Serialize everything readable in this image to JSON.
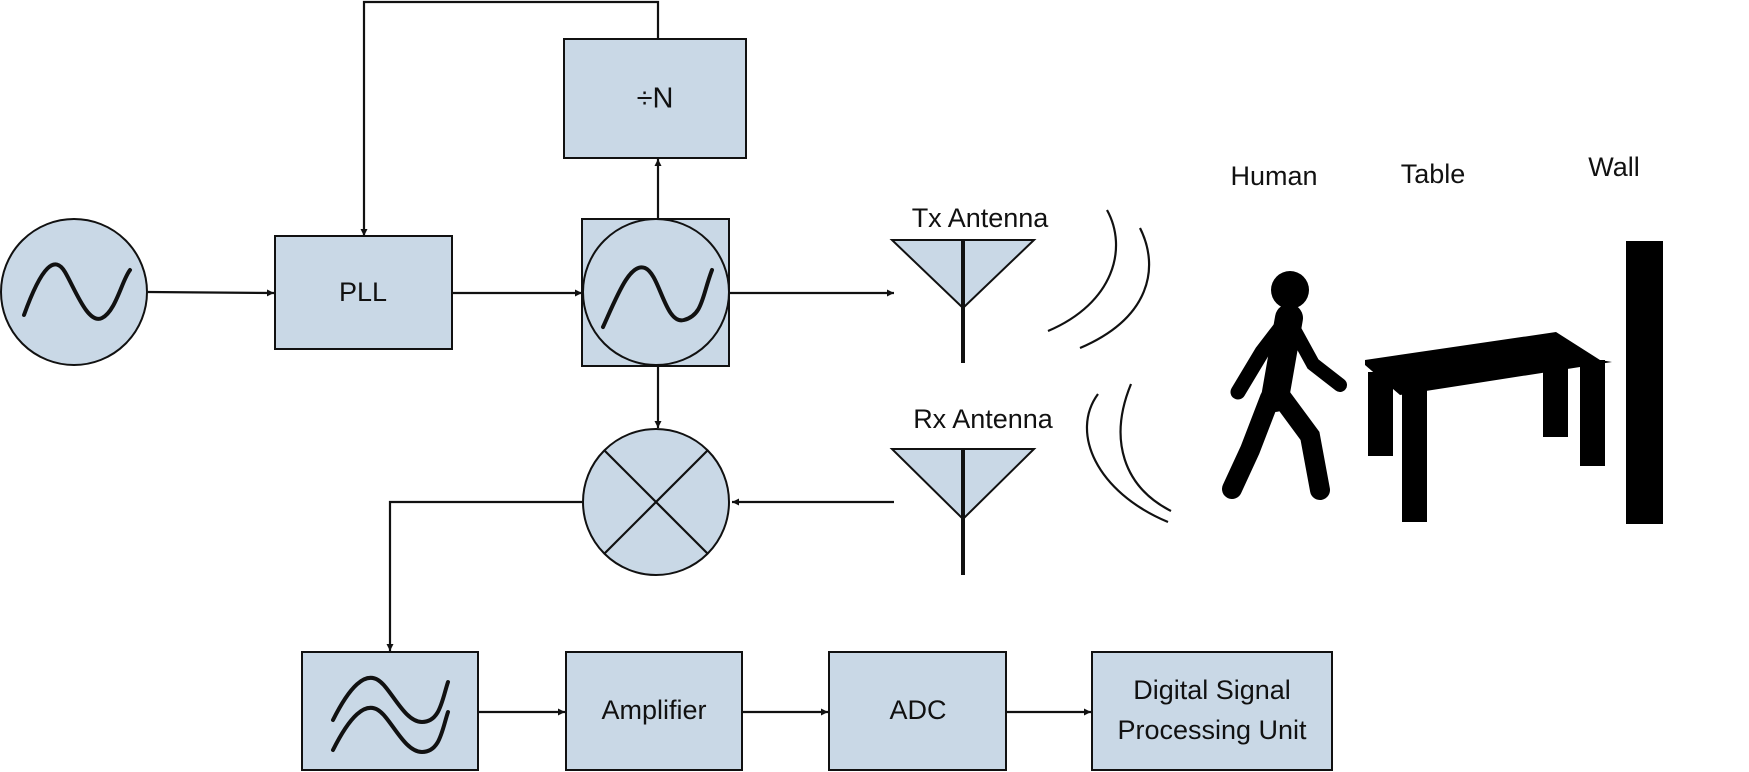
{
  "blocks": {
    "divider": "÷N",
    "pll": "PLL",
    "amplifier": "Amplifier",
    "adc": "ADC",
    "dsp_line1": "Digital Signal",
    "dsp_line2": "Processing Unit"
  },
  "antennas": {
    "tx": "Tx Antenna",
    "rx": "Rx Antenna"
  },
  "targets": {
    "human": "Human",
    "table": "Table",
    "wall": "Wall"
  }
}
